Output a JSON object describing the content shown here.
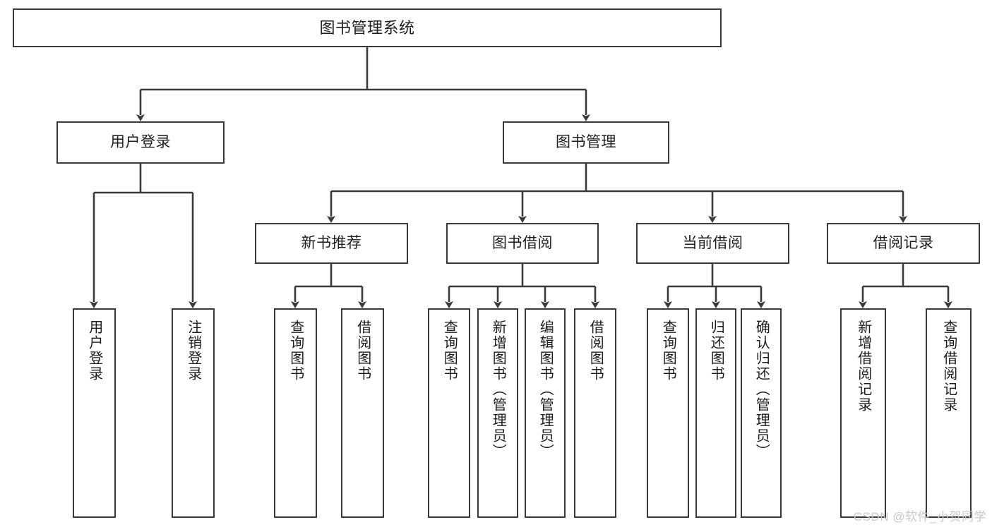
{
  "diagram": {
    "title": "图书管理系统",
    "type": "tree",
    "watermark": "CSDN @软件_小贺同学",
    "colors": {
      "box_border": "#3a3a3a",
      "box_fill": "#ffffff",
      "connector": "#3a3a3a",
      "text": "#1d1d1d",
      "watermark": "#c9c9c9",
      "background": "#ffffff"
    }
  },
  "root": {
    "label": "图书管理系统"
  },
  "level2": [
    {
      "label": "用户登录"
    },
    {
      "label": "图书管理"
    }
  ],
  "level3": [
    {
      "label": "新书推荐"
    },
    {
      "label": "图书借阅"
    },
    {
      "label": "当前借阅"
    },
    {
      "label": "借阅记录"
    }
  ],
  "leaves": {
    "user_login": [
      {
        "label": "用户登录"
      },
      {
        "label": "注销登录"
      }
    ],
    "new_book": [
      {
        "label": "查询图书"
      },
      {
        "label": "借阅图书"
      }
    ],
    "book_borrow": [
      {
        "label": "查询图书"
      },
      {
        "label": "新增图书（管理员）"
      },
      {
        "label": "编辑图书（管理员）"
      },
      {
        "label": "借阅图书"
      }
    ],
    "current_borrow": [
      {
        "label": "查询图书"
      },
      {
        "label": "归还图书"
      },
      {
        "label": "确认归还（管理员）"
      }
    ],
    "borrow_record": [
      {
        "label": "新增借阅记录"
      },
      {
        "label": "查询借阅记录"
      }
    ]
  }
}
